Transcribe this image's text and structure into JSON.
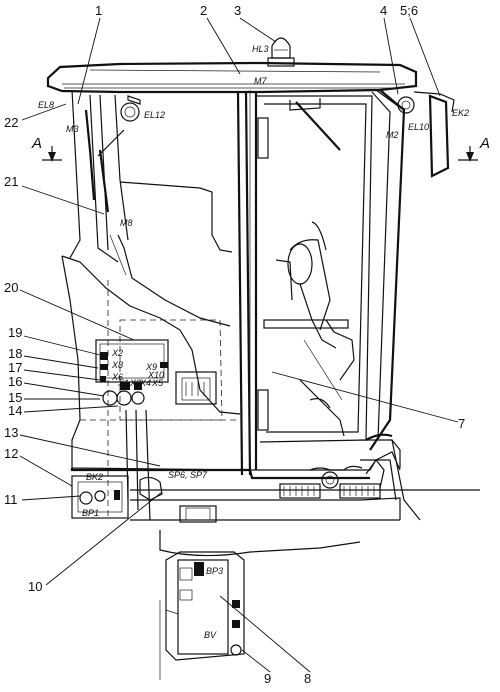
{
  "callouts": {
    "c1": "1",
    "c2": "2",
    "c3": "3",
    "c4": "4",
    "c5": "5;6",
    "c7": "7",
    "c8": "8",
    "c9": "9",
    "c10": "10",
    "c11": "11",
    "c12": "12",
    "c13": "13",
    "c14": "14",
    "c15": "15",
    "c16": "16",
    "c17": "17",
    "c18": "18",
    "c19": "19",
    "c20": "20",
    "c21": "21",
    "c22": "22"
  },
  "tags": {
    "HL3": "HL3",
    "M7": "M7",
    "EL8": "EL8",
    "M3": "M3",
    "EL12": "EL12",
    "EL10": "EL10",
    "M2": "M2",
    "EK2": "EK2",
    "M8": "M8",
    "SP": "SP6, SP7",
    "BK2": "BK2",
    "BP1": "BP1",
    "BP3": "BP3",
    "BV": "BV",
    "X2": "X2",
    "X8": "X8",
    "X6": "X6",
    "X1": "X1",
    "X3": "X3",
    "X4": "X4",
    "X5": "X5",
    "X9": "X9",
    "X10": "X10"
  },
  "section": {
    "left": "A",
    "right": "A"
  }
}
